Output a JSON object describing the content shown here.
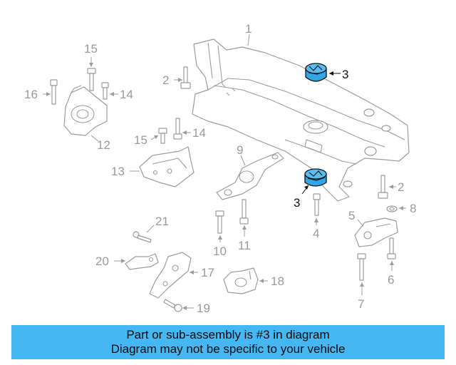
{
  "diagram": {
    "highlight_color": "#2fa6e6",
    "callouts": [
      {
        "id": "c1",
        "text": "1",
        "highlighted": false
      },
      {
        "id": "c2a",
        "text": "2",
        "highlighted": false
      },
      {
        "id": "c2b",
        "text": "2",
        "highlighted": false
      },
      {
        "id": "c3a",
        "text": "3",
        "highlighted": true
      },
      {
        "id": "c3b",
        "text": "3",
        "highlighted": true
      },
      {
        "id": "c4",
        "text": "4",
        "highlighted": false
      },
      {
        "id": "c5",
        "text": "5",
        "highlighted": false
      },
      {
        "id": "c6",
        "text": "6",
        "highlighted": false
      },
      {
        "id": "c7",
        "text": "7",
        "highlighted": false
      },
      {
        "id": "c8",
        "text": "8",
        "highlighted": false
      },
      {
        "id": "c9",
        "text": "9",
        "highlighted": false
      },
      {
        "id": "c10",
        "text": "10",
        "highlighted": false
      },
      {
        "id": "c11",
        "text": "11",
        "highlighted": false
      },
      {
        "id": "c12",
        "text": "12",
        "highlighted": false
      },
      {
        "id": "c13",
        "text": "13",
        "highlighted": false
      },
      {
        "id": "c14a",
        "text": "14",
        "highlighted": false
      },
      {
        "id": "c14b",
        "text": "14",
        "highlighted": false
      },
      {
        "id": "c15a",
        "text": "15",
        "highlighted": false
      },
      {
        "id": "c15b",
        "text": "15",
        "highlighted": false
      },
      {
        "id": "c16",
        "text": "16",
        "highlighted": false
      },
      {
        "id": "c17",
        "text": "17",
        "highlighted": false
      },
      {
        "id": "c18",
        "text": "18",
        "highlighted": false
      },
      {
        "id": "c19",
        "text": "19",
        "highlighted": false
      },
      {
        "id": "c20",
        "text": "20",
        "highlighted": false
      },
      {
        "id": "c21",
        "text": "21",
        "highlighted": false
      }
    ]
  },
  "banner": {
    "line1": "Part or sub-assembly is #3 in diagram",
    "line2": "Diagram may not be specific to your vehicle"
  }
}
